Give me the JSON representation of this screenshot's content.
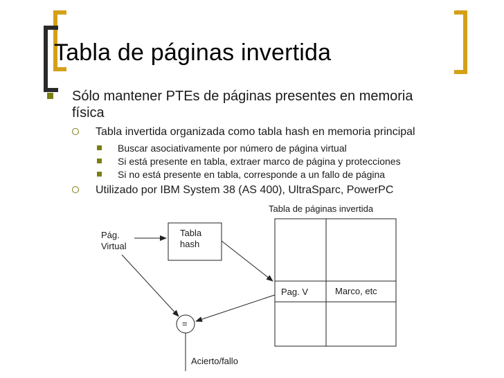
{
  "title": "Tabla de páginas invertida",
  "bullets": {
    "b1_line1": "Sólo mantener PTEs de páginas presentes en memoria",
    "b1_line2": "física",
    "b2": "Tabla invertida organizada como tabla hash en memoria principal",
    "b3a": "Buscar asociativamente por número de página virtual",
    "b3b": "Si está presente en tabla, extraer marco de página y protecciones",
    "b3c": "Si no está presente en tabla, corresponde a un fallo de página",
    "b4": "Utilizado por IBM System 38 (AS 400), UltraSparc, PowerPC"
  },
  "diagram": {
    "table_label": "Tabla de páginas invertida",
    "pag_virtual_line1": "Pág.",
    "pag_virtual_line2": "Virtual",
    "hash_line1": "Tabla",
    "hash_line2": "hash",
    "col_pag": "Pag. V",
    "col_marco": "Marco, etc",
    "compare": "=",
    "result": "Acierto/fallo"
  },
  "colors": {
    "accent": "#d4a017",
    "bullet": "#7a7f12",
    "lines": "#222222"
  }
}
